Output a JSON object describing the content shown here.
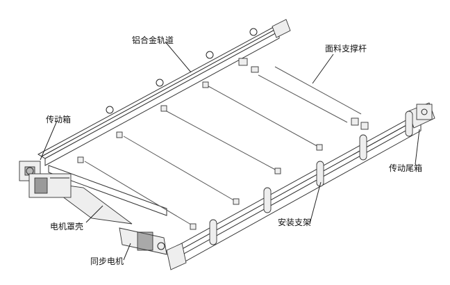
{
  "labels": {
    "aluminum_track": "铝合金轨道",
    "fabric_support_rod": "面料支撑杆",
    "transmission_box": "传动箱",
    "transmission_tail_box": "传动尾箱",
    "motor_cover": "电机罩壳",
    "mounting_bracket": "安装支架",
    "sync_motor": "同步电机"
  }
}
